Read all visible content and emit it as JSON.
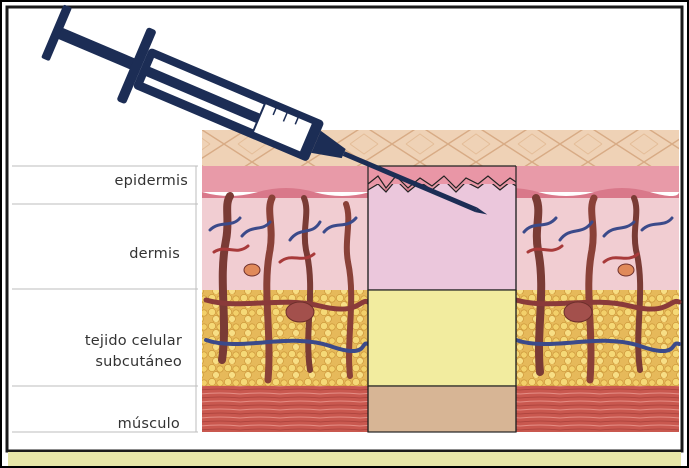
{
  "layers": [
    {
      "key": "epidermis",
      "label": "epidermis"
    },
    {
      "key": "dermis",
      "label": "dermis"
    },
    {
      "key": "subcutaneous",
      "label_lines": [
        "tejido celular",
        "subcutáneo"
      ]
    },
    {
      "key": "muscle",
      "label": "músculo"
    }
  ],
  "colors": {
    "epidermis_pink": "#e89aa8",
    "dermis_section": "#ebc7dc",
    "fat_section": "#f2ec9f",
    "muscle_section": "#d7b595",
    "muscle_tissue": "#c95a52",
    "fat_tissue": "#e8c060",
    "syringe_navy": "#1c2d55",
    "bottom_band": "#e7e6a8"
  },
  "icons": {
    "syringe": "syringe-icon"
  }
}
